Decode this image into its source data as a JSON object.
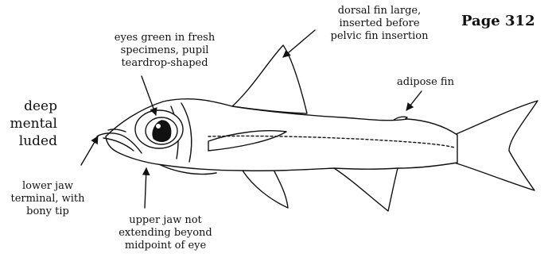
{
  "page_label": "Page 312",
  "cut_off_text": "deep\nmental\nluded",
  "annotations": {
    "dorsal": "dorsal fin large,\ninserted before\npelvic fin insertion",
    "eyes": "eyes green in fresh\nspecimens, pupil\nteardrop-shaped",
    "adipose": "adipose fin",
    "lower_jaw": "lower jaw\nterminal, with\nbony tip",
    "upper_jaw": "upper jaw not\nextending beyond\nmidpoint of eye"
  }
}
